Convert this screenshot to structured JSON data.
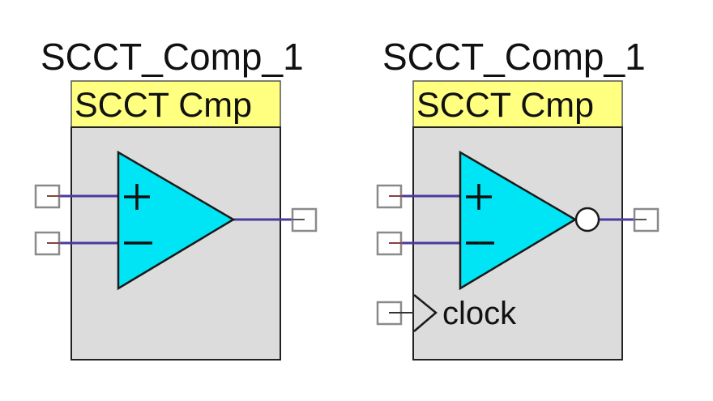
{
  "components": [
    {
      "instance_name": "SCCT_Comp_1",
      "header_label": "SCCT Cmp",
      "inverted_output": false,
      "has_clock": false
    },
    {
      "instance_name": "SCCT_Comp_1",
      "header_label": "SCCT Cmp",
      "inverted_output": true,
      "has_clock": true,
      "clock_label": "clock"
    }
  ],
  "symbols": {
    "plus": "+",
    "minus": "−"
  },
  "colors": {
    "header_fill": "#ffff80",
    "body_fill": "#dcdcdc",
    "triangle_fill": "#00e5f5",
    "wire": "#4a3aa0",
    "terminal_border": "#8a8a8a"
  }
}
